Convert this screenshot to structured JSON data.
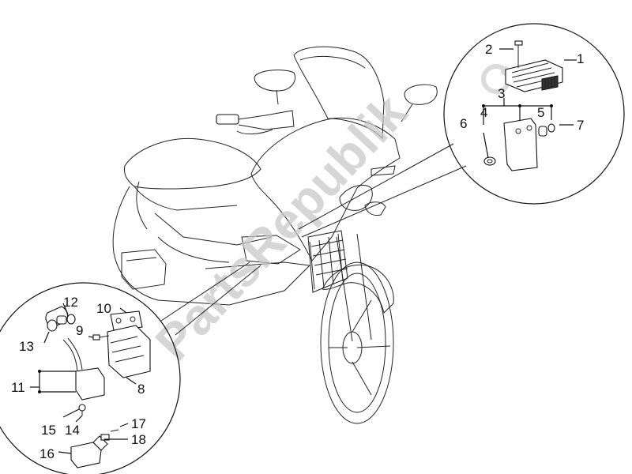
{
  "watermark": "PartsRepublik",
  "labels": {
    "l1": "1",
    "l2": "2",
    "l3": "3",
    "l4": "4",
    "l5": "5",
    "l6": "6",
    "l7": "7",
    "l8": "8",
    "l9": "9",
    "l10": "10",
    "l11": "11",
    "l12": "12",
    "l13": "13",
    "l14": "14",
    "l15": "15",
    "l16": "16",
    "l17": "17",
    "l18": "18"
  }
}
